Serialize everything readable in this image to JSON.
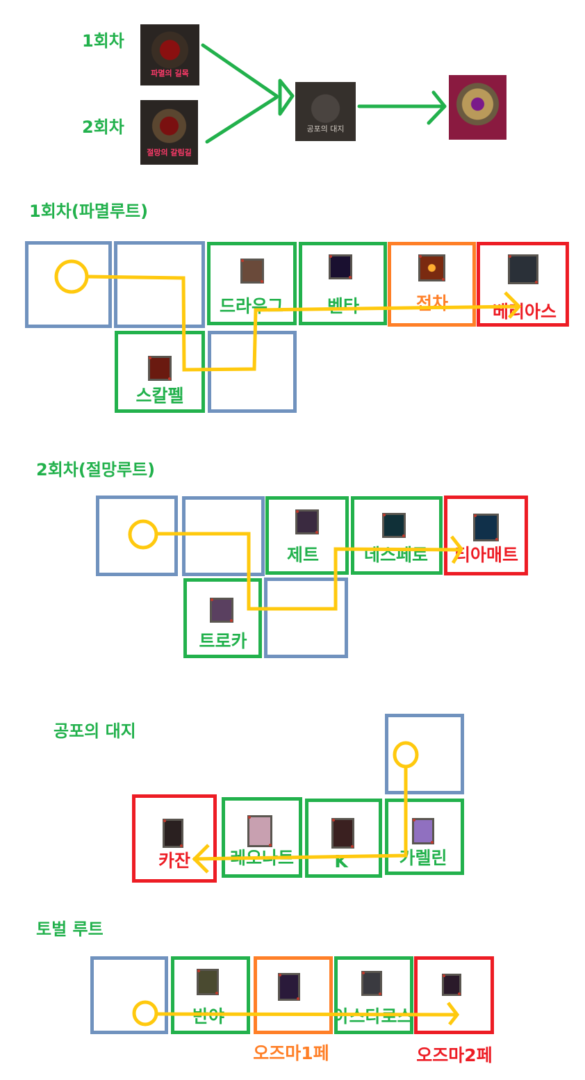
{
  "colors": {
    "green": "#22B14C",
    "blue": "#7092BE",
    "orange": "#FF7F27",
    "red": "#ED1C24",
    "yellow": "#FFC90E"
  },
  "header": {
    "run1_label": "1회차",
    "run2_label": "2회차",
    "emblem_run1_caption": "파멸의 길목",
    "emblem_run2_caption": "절망의 갈림길",
    "emblem_terror_caption": "공포의 대지",
    "emblem_final_caption": ""
  },
  "sections": {
    "ruin": {
      "title": "1회차(파멸루트)",
      "rooms": [
        {
          "type": "start",
          "name": ""
        },
        {
          "type": "empty",
          "name": ""
        },
        {
          "type": "boss",
          "name": "드라우그",
          "portrait": "draugr-portrait-icon"
        },
        {
          "type": "boss",
          "name": "벤타",
          "portrait": "venta-portrait-icon"
        },
        {
          "type": "optional",
          "name": "전차",
          "portrait": "chariot-portrait-icon"
        },
        {
          "type": "final",
          "name": "베리아스",
          "portrait": "berias-portrait-icon"
        },
        {
          "type": "boss",
          "name": "스칼펠",
          "portrait": "scalpel-portrait-icon"
        },
        {
          "type": "empty",
          "name": ""
        }
      ]
    },
    "despair": {
      "title": "2회차(절망루트)",
      "rooms": [
        {
          "type": "start",
          "name": ""
        },
        {
          "type": "empty",
          "name": ""
        },
        {
          "type": "boss",
          "name": "제트",
          "portrait": "jet-portrait-icon"
        },
        {
          "type": "boss",
          "name": "데스페로",
          "portrait": "despero-portrait-icon"
        },
        {
          "type": "final",
          "name": "티아매트",
          "portrait": "tiamat-portrait-icon"
        },
        {
          "type": "boss",
          "name": "트로카",
          "portrait": "troca-portrait-icon"
        },
        {
          "type": "empty",
          "name": ""
        }
      ]
    },
    "terror": {
      "title": "공포의 대지",
      "rooms": [
        {
          "type": "start",
          "name": ""
        },
        {
          "type": "final",
          "name": "카잔",
          "portrait": "kazan-portrait-icon"
        },
        {
          "type": "boss",
          "name": "레오나트",
          "portrait": "leonat-portrait-icon"
        },
        {
          "type": "boss",
          "name": "K",
          "portrait": "k-portrait-icon"
        },
        {
          "type": "boss",
          "name": "카렐린",
          "portrait": "karelin-portrait-icon"
        }
      ]
    },
    "tower": {
      "title": "토벌 루트",
      "rooms": [
        {
          "type": "start",
          "name": ""
        },
        {
          "type": "boss",
          "name": "반야",
          "portrait": "banya-portrait-icon"
        },
        {
          "type": "optional",
          "name": "오즈마1페",
          "portrait": "ozma1-portrait-icon"
        },
        {
          "type": "boss",
          "name": "아스타로스",
          "portrait": "astaroth-portrait-icon"
        },
        {
          "type": "final",
          "name": "오즈마2페",
          "portrait": "ozma2-portrait-icon"
        }
      ]
    }
  }
}
